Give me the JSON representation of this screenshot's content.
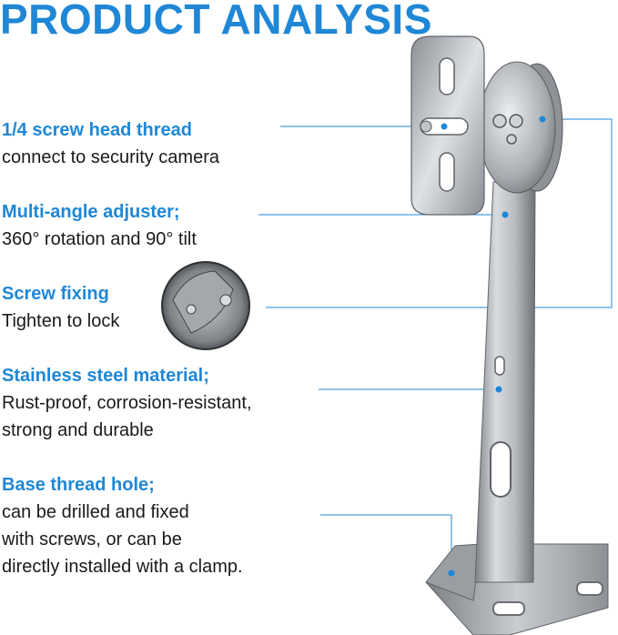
{
  "title": "PRODUCT ANALYSIS",
  "features": [
    {
      "head": "1/4 screw head thread",
      "desc": " connect to security camera"
    },
    {
      "head": "Multi-angle adjuster;",
      "desc": "360° rotation and 90° tilt"
    },
    {
      "head": "Screw fixing",
      "desc": "Tighten to lock"
    },
    {
      "head": "Stainless steel material;",
      "desc": "Rust-proof, corrosion-resistant,\nstrong and durable"
    },
    {
      "head": "Base thread hole;",
      "desc": " can be drilled and fixed\nwith screws, or can be\ndirectly installed with a clamp."
    }
  ],
  "colors": {
    "accent": "#1f87d6",
    "text": "#1a1a1a",
    "steel": "#a9adb2"
  }
}
